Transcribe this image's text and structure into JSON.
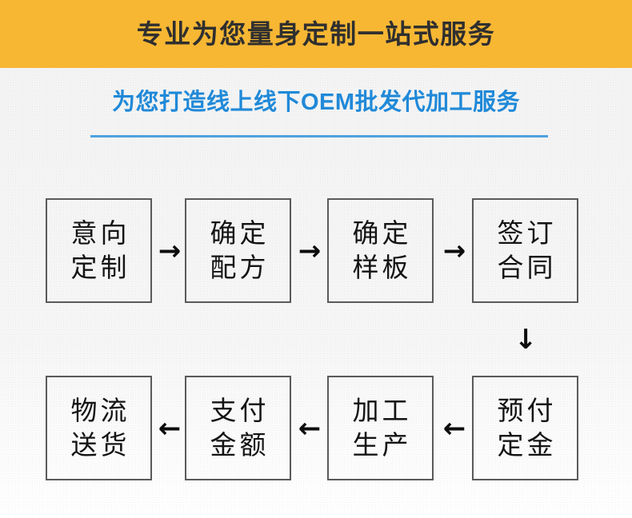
{
  "banner": {
    "title": "专业为您量身定制一站式服务",
    "background_color": "#f7b733",
    "text_color": "#2f2f2f"
  },
  "subtitle": {
    "text": "为您打造线上线下OEM批发代加工服务",
    "color": "#2089d8",
    "rule_color": "#4ea2e0"
  },
  "flow": {
    "row1": [
      {
        "line1": "意向",
        "line2": "定制"
      },
      {
        "line1": "确定",
        "line2": "配方"
      },
      {
        "line1": "确定",
        "line2": "样板"
      },
      {
        "line1": "签订",
        "line2": "合同"
      }
    ],
    "row2": [
      {
        "line1": "物流",
        "line2": "送货"
      },
      {
        "line1": "支付",
        "line2": "金额"
      },
      {
        "line1": "加工",
        "line2": "生产"
      },
      {
        "line1": "预付",
        "line2": "定金"
      }
    ],
    "arrows": {
      "right": "→",
      "left": "←",
      "down": "↓"
    },
    "box_border_color": "#5a5a5a",
    "box_text_color": "#141414"
  }
}
